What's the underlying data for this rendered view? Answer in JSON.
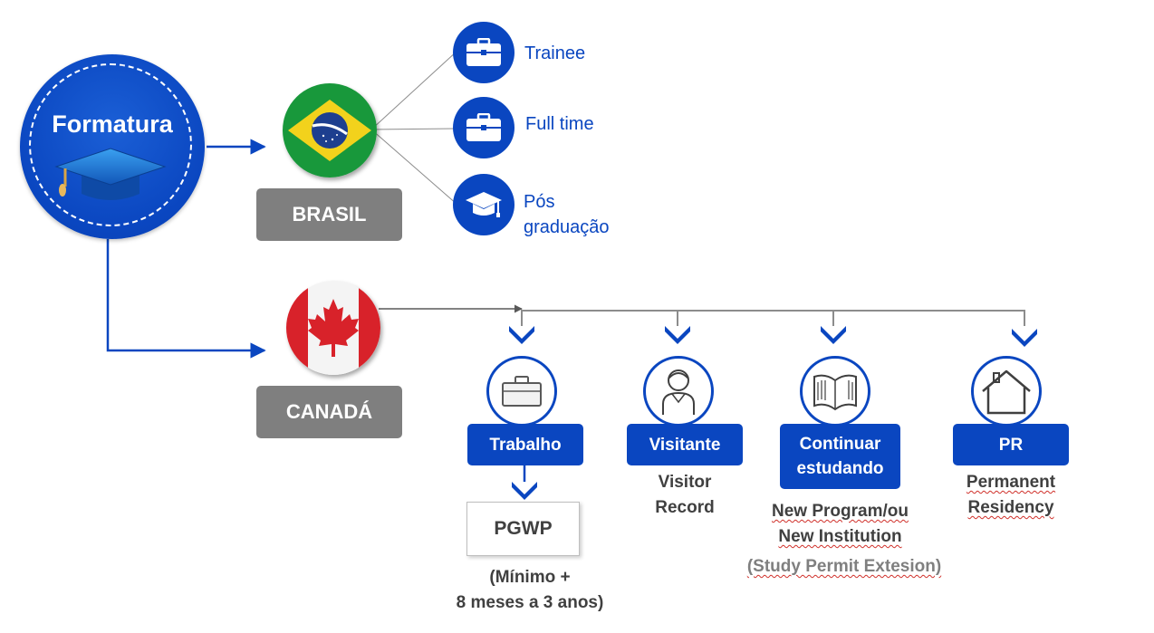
{
  "hub": {
    "title": "Formatura"
  },
  "brasil": {
    "label": "BRASIL",
    "options": [
      {
        "label_lines": [
          "Trainee"
        ],
        "icon": "briefcase-icon"
      },
      {
        "label_lines": [
          "Full time"
        ],
        "icon": "briefcase-icon"
      },
      {
        "label_lines": [
          "Pós",
          "graduação"
        ],
        "icon": "graduation-cap-icon"
      }
    ]
  },
  "canada": {
    "label": "CANADÁ",
    "columns": [
      {
        "button_lines": [
          "Trabalho"
        ],
        "icon": "briefcase-outline-icon",
        "result_box": "PGWP",
        "notes": [
          "(Mínimo +",
          "8 meses a 3 anos)"
        ]
      },
      {
        "button_lines": [
          "Visitante"
        ],
        "icon": "person-icon",
        "notes": [
          "Visitor",
          "Record"
        ]
      },
      {
        "button_lines": [
          "Continuar",
          "estudando"
        ],
        "icon": "book-icon",
        "notes": [
          "New Program/ou",
          "New Institution"
        ],
        "extra_note": "(Study Permit Extesion)"
      },
      {
        "button_lines": [
          "PR"
        ],
        "icon": "house-icon",
        "notes": [
          "Permanent",
          "Residency"
        ]
      }
    ]
  },
  "colors": {
    "primary_blue": "#0a46c0",
    "label_gray": "#7f7f7f",
    "text_dark": "#404040"
  }
}
